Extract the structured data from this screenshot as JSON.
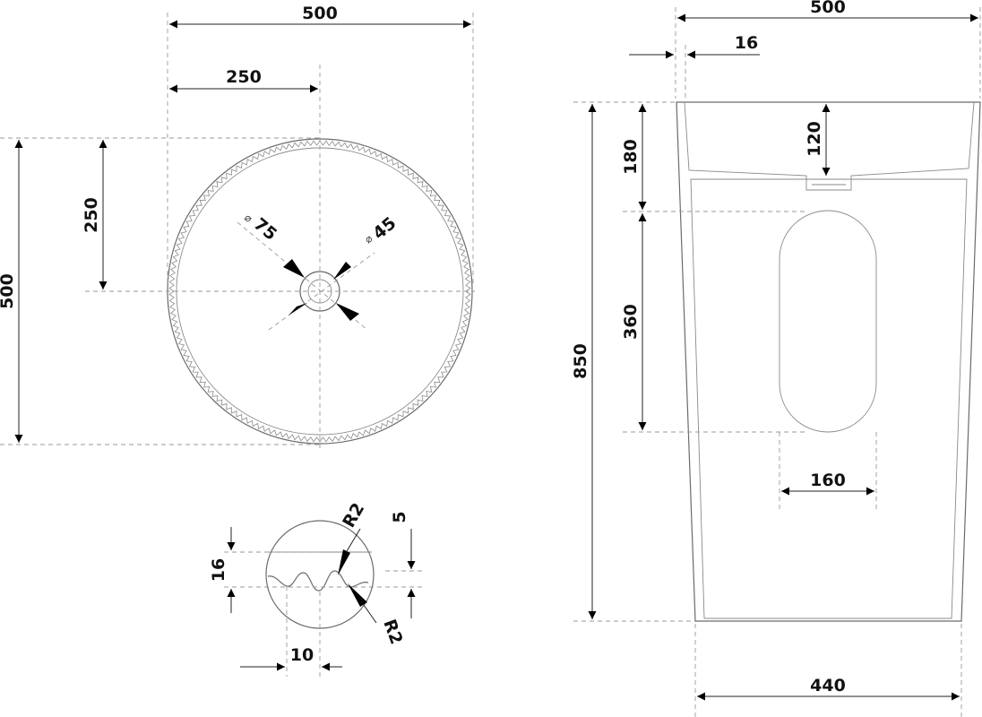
{
  "top_view": {
    "width_total": "500",
    "width_half": "250",
    "height_total": "500",
    "height_half": "250",
    "drain_outer": "75",
    "drain_inner": "45",
    "diameter_symbol": "⌀"
  },
  "edge_detail": {
    "radius_top": "R2",
    "radius_bottom": "R2",
    "groove_depth": "5",
    "edge_height": "16",
    "groove_pitch": "10"
  },
  "side_view": {
    "width_top": "500",
    "rim_offset": "16",
    "bowl_depth": "120",
    "top_section_height": "180",
    "total_height": "850",
    "slot_height": "360",
    "slot_width": "160",
    "width_bottom": "440"
  }
}
